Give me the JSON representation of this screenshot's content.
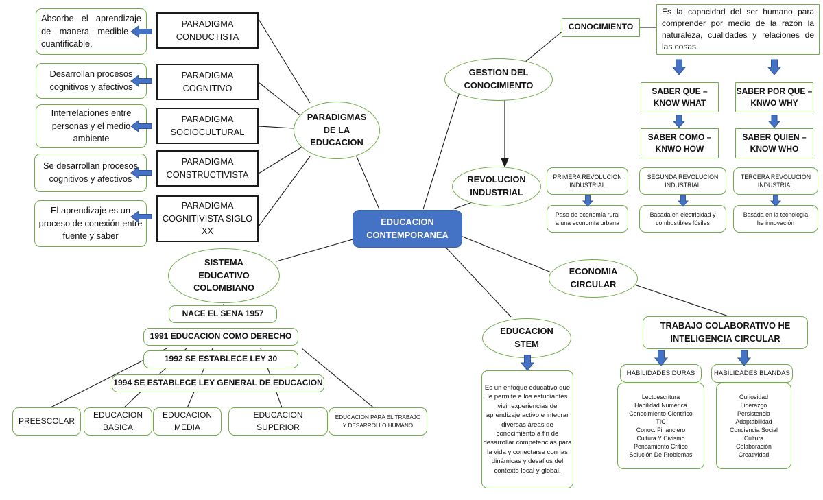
{
  "title": "Mapa conceptual: Educacion Contemporanea",
  "colors": {
    "green_border": "#70AD47",
    "blue_fill": "#4472C4",
    "black_border": "#1a1a1a",
    "arrow_blue": "#4472C4",
    "text": "#111111"
  },
  "center": {
    "label": "EDUCACION\nCONTEMPORANEA"
  },
  "paradigms": {
    "hub_label": "PARADIGMAS\nDE LA\nEDUCACION",
    "items": [
      {
        "box": "PARADIGMA\nCONDUCTISTA",
        "desc": "Absorbe el aprendizaje de manera medible y cuantificable."
      },
      {
        "box": "PARADIGMA\nCOGNITIVO",
        "desc": "Desarrollan procesos cognitivos y afectivos"
      },
      {
        "box": "PARADIGMA\nSOCIOCULTURAL",
        "desc": "Interrelaciones entre personas y el medio ambiente"
      },
      {
        "box": "PARADIGMA\nCONSTRUCTIVISTA",
        "desc": "Se desarrollan procesos cognitivos y afectivos"
      },
      {
        "box": "PARADIGMA\nCOGNITIVISTA SIGLO\nXX",
        "desc": "El aprendizaje es un proceso de conexión entre fuente y saber"
      }
    ]
  },
  "sistema_educativo": {
    "hub_label": "SISTEMA\nEDUCATIVO\nCOLOMBIANO",
    "timeline": [
      "NACE EL SENA 1957",
      "1991 EDUCACION COMO DERECHO",
      "1992 SE ESTABLECE LEY 30",
      "1994 SE ESTABLECE LEY GENERAL DE EDUCACION"
    ],
    "levels": [
      "PREESCOLAR",
      "EDUCACION\nBASICA",
      "EDUCACION\nMEDIA",
      "EDUCACION\nSUPERIOR",
      "EDUCACION PARA EL TRABAJO\nY DESARROLLO HUMANO"
    ]
  },
  "gestion": {
    "hub_label": "GESTION DEL\nCONOCIMIENTO",
    "conocimiento_label": "CONOCIMIENTO",
    "conocimiento_desc": "Es la capacidad del ser humano para comprender por medio de la razón la naturaleza, cualidades y relaciones de las cosas.",
    "saberes": [
      "SABER QUE –\nKNOW WHAT",
      "SABER POR QUE –\nKNWO WHY",
      "SABER COMO –\nKNWO HOW",
      "SABER QUIEN –\nKNOW WHO"
    ]
  },
  "revolucion": {
    "hub_label": "REVOLUCION\nINDUSTRIAL",
    "items": [
      {
        "title": "PRIMERA REVOLUCION\nINDUSTRIAL",
        "desc": "Paso de economía rural\na una economía urbana"
      },
      {
        "title": "SEGUNDA REVOLUCION\nINDUSTRIAL",
        "desc": "Basada en electricidad y\ncombustibles fósiles"
      },
      {
        "title": "TERCERA REVOLUCION\nINDUSTRIAL",
        "desc": "Basada en la tecnología\nhe innovación"
      }
    ]
  },
  "stem": {
    "hub_label": "EDUCACION\nSTEM",
    "desc": "Es un enfoque educativo que le permite a los estudiantes vivir experiencias de aprendizaje activo e integrar diversas áreas de conocimiento a fin de desarrollar competencias para la vida y conectarse con las dinámicas y desafios del contexto local y global."
  },
  "economia_circular": {
    "hub_label": "ECONOMIA\nCIRCULAR",
    "trabajo_label": "TRABAJO COLABORATIVO HE\nINTELIGENCIA CIRCULAR",
    "duras_title": "HABILIDADES DURAS",
    "duras_items": "Lectoescritura\nHabilidad Numérica\nConocimiento Cientifico\nTIC\nConoc. Financiero\nCultura Y Civismo\nPensamiento Critico\nSolución De Problemas",
    "blandas_title": "HABILIDADES BLANDAS",
    "blandas_items": "Curiosidad\nLiderazgo\nPersistencia\nAdaptabilidad\nConciencia Social\nCultura\nColaboración\nCreatividad"
  }
}
